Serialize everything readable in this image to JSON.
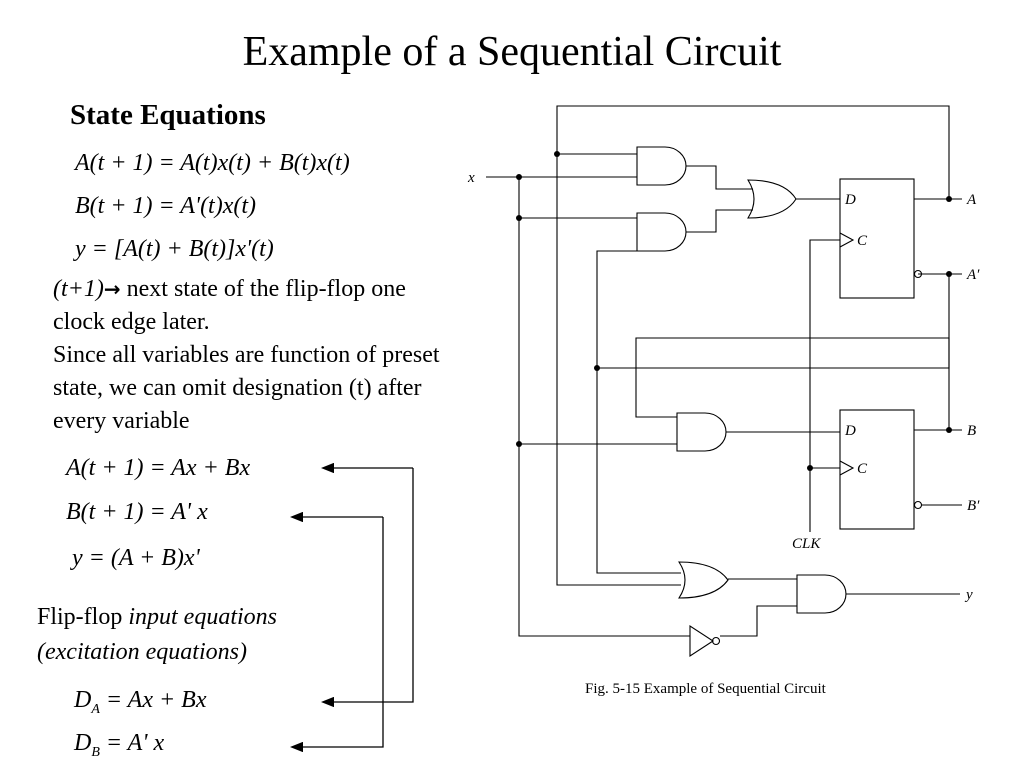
{
  "title": "Example of a Sequential Circuit",
  "subtitle": "State Equations",
  "state_equations": [
    "A(t + 1) = A(t)x(t) + B(t)x(t)",
    "B(t + 1) = A'(t)x(t)",
    "y = [A(t) + B(t)]x'(t)"
  ],
  "explanation": {
    "line1_prefix": "(t+1)",
    "arrow": "→",
    "line1_rest": " next state of the flip-flop one",
    "line2": "clock edge later.",
    "line3": "Since all variables are function of preset",
    "line4": "state, we can omit designation (t) after",
    "line5": "every variable"
  },
  "simplified_equations": [
    "A(t + 1) = Ax + Bx",
    "B(t + 1) = A' x",
    "y = (A + B)x'"
  ],
  "flipflop_text": {
    "line1_plain": "Flip-flop ",
    "line1_italic": "input equations",
    "line2": "(excitation equations)"
  },
  "input_equations": {
    "da_var": "D",
    "da_sub": "A",
    "da_rhs": " = Ax + Bx",
    "db_var": "D",
    "db_sub": "B",
    "db_rhs": " = A' x"
  },
  "circuit_labels": {
    "x": "x",
    "A": "A",
    "A_prime": "A′",
    "B": "B",
    "B_prime": "B′",
    "y": "y",
    "clk": "CLK",
    "d": "D",
    "c": "C"
  },
  "caption": "Fig. 5-15  Example of Sequential Circuit"
}
